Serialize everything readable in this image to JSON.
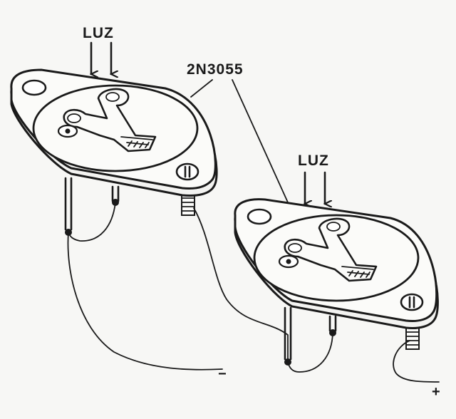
{
  "labels": {
    "luz_left": "LUZ",
    "luz_right": "LUZ",
    "part_number": "2N3055",
    "terminal_minus": "−",
    "terminal_plus": "+"
  },
  "colors": {
    "ink": "#1a1a1a",
    "paper": "#f7f7f5"
  }
}
